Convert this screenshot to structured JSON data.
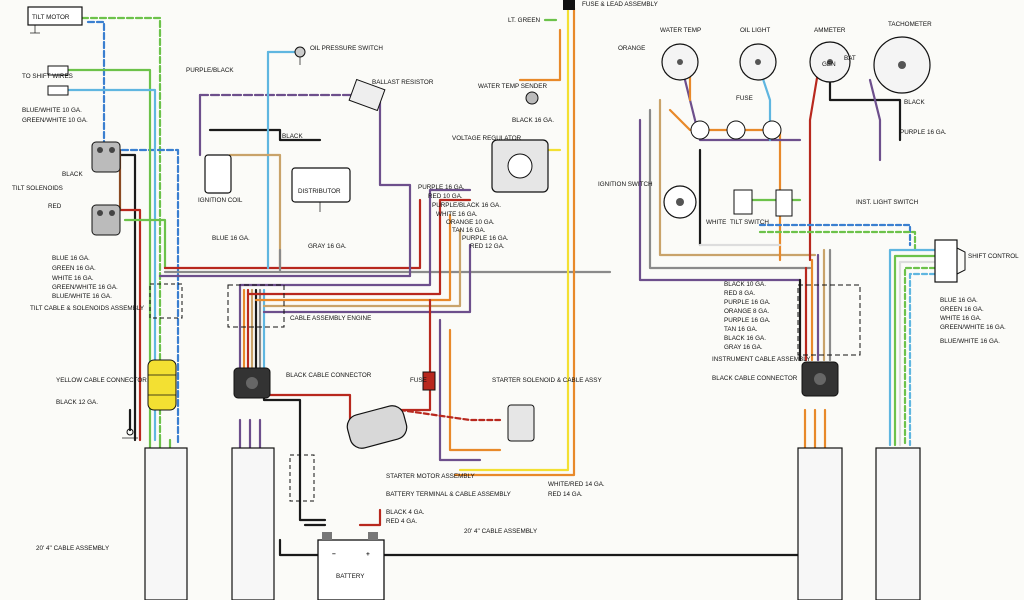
{
  "colors": {
    "black": "#1a1a1a",
    "red": "#b8281e",
    "orange": "#e8892a",
    "purple": "#6d4f8c",
    "gray": "#8a8a8a",
    "blue": "#5fb6e0",
    "green": "#6cc24a",
    "tan": "#c9a36a",
    "yellow": "#f3e032",
    "brown": "#8a4a22",
    "white": "#dddddd",
    "dashed_blue": "#3a7fd0"
  },
  "labels": {
    "tilt_motor": "TILT MOTOR",
    "to_shift_wires": "TO SHIFT WIRES",
    "blue_white_10": "BLUE/WHITE 10 GA.",
    "green_white_10": "GREEN/WHITE 10 GA.",
    "black_left": "BLACK",
    "tilt_solenoids": "TILT SOLENOIDS",
    "red_left": "RED",
    "blue_16_left": "BLUE 16 GA.",
    "green_16_left": "GREEN 16 GA.",
    "white_16_left": "WHITE 16 GA.",
    "green_white_16_left": "GREEN/WHITE 16 GA.",
    "blue_white_16_left": "BLUE/WHITE 16 GA.",
    "tilt_cable": "TILT CABLE & SOLENOIDS ASSEMBLY",
    "yellow_cable_connector": "YELLOW CABLE CONNECTOR",
    "black_12": "BLACK 12 GA.",
    "cable_20_left": "20' 4'' CABLE ASSEMBLY",
    "purple_black": "PURPLE/BLACK",
    "oil_pressure_switch": "OIL PRESSURE SWITCH",
    "ballast_resistor": "BALLAST RESISTOR",
    "black_mid": "BLACK",
    "ignition_coil": "IGNITION COIL",
    "distributor": "DISTRIBUTOR",
    "blue_16_mid": "BLUE 16 GA.",
    "gray_16_mid": "GRAY 16 GA.",
    "cable_assembly_engine": "CABLE ASSEMBLY ENGINE",
    "black_cable_connector_left": "BLACK CABLE CONNECTOR",
    "fuse_lead": "FUSE & LEAD ASSEMBLY",
    "lt_green": "LT. GREEN",
    "water_temp_sender": "WATER TEMP SENDER",
    "black_16_mid": "BLACK 16 GA.",
    "voltage_regulator": "VOLTAGE REGULATOR",
    "purple_16_a": "PURPLE 16 GA.",
    "red_10_a": "RED 10 GA.",
    "purple_black_16": "PURPLE/BLACK 16 GA.",
    "white_16_mid": "WHITE 16 GA.",
    "orange_10": "ORANGE 10 GA.",
    "tan_16_mid": "TAN 16 GA.",
    "purple_16_b": "PURPLE 16 GA.",
    "red_12": "RED 12 GA.",
    "fuse_mid": "FUSE",
    "starter_solenoid": "STARTER SOLENOID & CABLE ASSY",
    "starter_motor": "STARTER MOTOR ASSEMBLY",
    "battery_terminal": "BATTERY TERMINAL & CABLE ASSEMBLY",
    "white_red_14": "WHITE/RED 14 GA.",
    "red_14": "RED 14 GA.",
    "black_4": "BLACK 4 GA.",
    "red_4": "RED 4 GA.",
    "cable_20_mid": "20' 4'' CABLE ASSEMBLY",
    "battery": "BATTERY",
    "battery_minus": "−",
    "battery_plus": "+",
    "orange_right": "ORANGE",
    "water_temp": "WATER TEMP",
    "oil_light": "OIL LIGHT",
    "ammeter": "AMMETER",
    "tachometer": "TACHOMETER",
    "gen": "GEN",
    "bat": "BAT",
    "black_right": "BLACK",
    "fuse_right": "FUSE",
    "purple_16_right": "PURPLE 16 GA.",
    "ignition_switch": "IGNITION SWITCH",
    "white_right": "WHITE",
    "tilt_switch": "TILT SWITCH",
    "inst_light_switch": "INST. LIGHT SWITCH",
    "shift_control": "SHIFT CONTROL",
    "black_10_r": "BLACK 10 GA.",
    "red_8_r": "RED 8 GA.",
    "purple_16_r": "PURPLE 16 GA.",
    "orange_8_r": "ORANGE 8 GA.",
    "purple_16_r2": "PURPLE 16 GA.",
    "tan_16_r": "TAN 16 GA.",
    "black_16_r": "BLACK 16 GA.",
    "gray_16_r": "GRAY 16 GA.",
    "instrument_cable": "INSTRUMENT CABLE ASSEMBLY",
    "black_cable_connector_right": "BLACK CABLE CONNECTOR",
    "blue_16_rr": "BLUE 16 GA.",
    "green_16_rr": "GREEN 16 GA.",
    "white_16_rr": "WHITE 16 GA.",
    "green_white_rr": "GREEN/WHITE 16 GA.",
    "blue_white_rr": "BLUE/WHITE 16 GA."
  }
}
